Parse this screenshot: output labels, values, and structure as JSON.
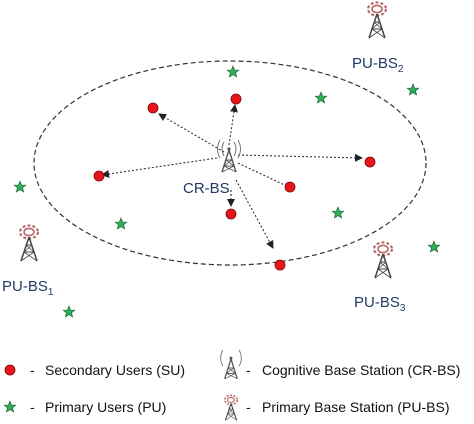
{
  "labels": {
    "cr_bs": "CR-BS",
    "pu_bs1": "PU-BS",
    "pu_bs1_sub": "1",
    "pu_bs2": "PU-BS",
    "pu_bs2_sub": "2",
    "pu_bs3": "PU-BS",
    "pu_bs3_sub": "3"
  },
  "legend": {
    "su": "Secondary Users (SU)",
    "pu": "Primary Users (PU)",
    "crbs": "Cognitive Base Station (CR-BS)",
    "pubs": "Primary Base Station (PU-BS)",
    "dash": "-"
  },
  "colors": {
    "su_fill": "#e8141c",
    "pu_fill": "#2fae58",
    "label_text": "#1f3864",
    "tower": "#555555",
    "pu_bs_signal": "#b86a6a"
  }
}
